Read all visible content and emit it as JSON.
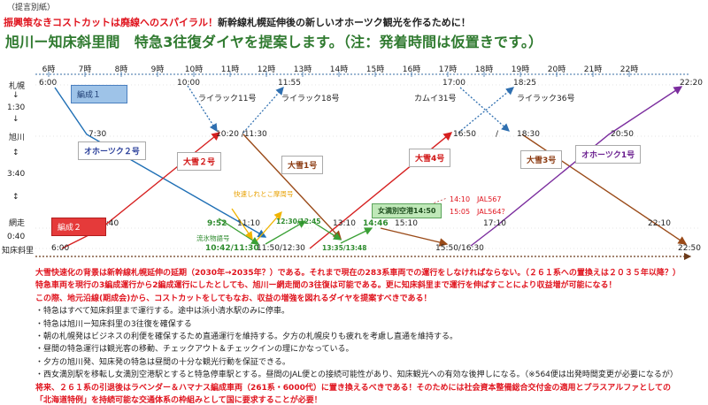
{
  "header": {
    "tag": "（提言別紙）",
    "headline_red": "振興策なきコストカットは廃線へのスパイラル！",
    "headline_black": "新幹線札幌延伸後の新しいオホーツク観光を作るために！",
    "title": "旭川ー知床斜里間　特急3往復ダイヤを提案します。（注：発着時間は仮置きです。）"
  },
  "hours": [
    "6時",
    "7時",
    "8時",
    "9時",
    "10時",
    "11時",
    "12時",
    "13時",
    "14時",
    "15時",
    "16時",
    "17時",
    "18時",
    "19時",
    "20時",
    "21時",
    "22時"
  ],
  "stations": {
    "sapporo": "札幌",
    "d1": "1:30",
    "asahikawa": "旭川",
    "d2": "3:40",
    "abashiri": "網走",
    "d3": "0:40",
    "shiretoko": "知床斜里",
    "arrow_down": "↓",
    "arrow_mid": "↕"
  },
  "times": {
    "t_sap_600": "6:00",
    "t_sap_1000": "10:00",
    "t_sap_1155": "11:55",
    "t_sap_1700": "17:00",
    "t_sap_1825": "18:25",
    "t_sap_2220": "22:20",
    "t_asa_730": "7:30",
    "t_asa_1020": "10:20 /11:30",
    "t_asa_1650": "16:50",
    "t_asa_slash": "/",
    "t_asa_1830": "18:30",
    "t_asa_2050": "20:50",
    "t_aba_640": "6:40",
    "t_aba_952": "9:52",
    "t_aba_1110": "11:10",
    "t_aba_1230": "12:30/12:45",
    "t_aba_1310": "13:10",
    "t_aba_1446": "14:46",
    "t_aba_1510": "15:10",
    "t_aba_1710": "17:10",
    "t_aba_2210": "22:10",
    "t_shi_600": "6:00",
    "t_shi_1042": "10:42/11:30",
    "t_shi_1150": "11:50/12:30",
    "t_shi_1335": "13:35/13:48",
    "t_shi_1550": "15:50/16:30",
    "t_shi_2250": "22:50"
  },
  "trains": {
    "lilac11": "ライラック11号",
    "lilac18": "ライラック18号",
    "kamui31": "カムイ31号",
    "lilac36": "ライラック36号",
    "okhotsk2": "オホーツク２号",
    "okhotsk1": "オホーツク1号",
    "taisetsu2": "大雪２号",
    "taisetsu1": "大雪1号",
    "taisetsu4": "大雪4号",
    "taisetsu3": "大雪3号",
    "kaisoku": "快速しれとこ摩周号",
    "ryuhyo": "流氷物語号"
  },
  "labels": {
    "hensei1": "編成１",
    "hensei2": "編成２",
    "airport": "女満別空港14:50",
    "flight1": "14:10　JAL567",
    "flight2": "15:05　JAL564？"
  },
  "body": [
    {
      "style": "red",
      "text": "大雪快速化の背景は新幹線札幌延伸の延期（2030年→2035年？）である。それまで現在の283系車両での運行をしなければならない。（２６１系への置換えは２０３５年以降？）"
    },
    {
      "style": "red",
      "text": "特急車両を現行の3編成運行から2編成運行にしたとしても、旭川ー網走間の3往復は可能である。更に知床斜里まで運行を伸ばすことにより収益増が可能になる！"
    },
    {
      "style": "red",
      "text": "この際、地元沿線(期成会)から、コストカットをしてもなお、収益の増強を図れるダイヤを提案すべきである！"
    },
    {
      "style": "black",
      "text": "・特急はすべて知床斜里まで運行する。途中は浜小清水駅のみに停車。"
    },
    {
      "style": "black",
      "text": "・特急は旭川ー知床斜里の3往復を確保する"
    },
    {
      "style": "black",
      "text": "・朝の札幌発はビジネスの利便を確保するため直通運行を維持する。夕方の札幌戻りも疲れを考慮し直通を維持する。"
    },
    {
      "style": "black",
      "text": "・昼間の特急運行は観光客の移動、チェックアウト＆チェックインの理にかなっている。"
    },
    {
      "style": "black",
      "text": "・夕方の旭川発、知床発の特急は昼間の十分な観光行動を保証できる。"
    },
    {
      "style": "black",
      "text": "・西女満別駅を移転し女満別空港駅とすると特急停車駅とする。昼間のJAL便との接続可能性があり、知床観光への有効な後押しになる。（※564便は出発時間変更が必要になるが）"
    },
    {
      "style": "red",
      "text": "将来、２６１系の引退後はラベンダー＆ハマナス編成車両（261系・6000代）に置き換えるべきである！そのためには社会資本整備総合交付金の適用とプラスアルファとしての"
    },
    {
      "style": "red",
      "text": "「北海道特例」を持続可能な交通体系の枠組みとして国に要求することが必要！"
    }
  ],
  "colors": {
    "title_green": "#2f7a2f",
    "headline_red": "#e0141e",
    "okhotsk_blue": "#1f6fb5",
    "taisetsu_red": "#d62020",
    "taisetsu_brown": "#9a4a18",
    "okhotsk1_purple": "#7b2d9e",
    "lilac_blue": "#2f6fb0",
    "local_green": "#3aa035",
    "local_orange": "#f0b400"
  }
}
